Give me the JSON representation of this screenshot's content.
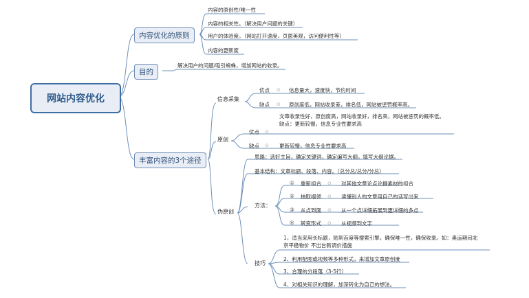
{
  "root": "网站内容优化",
  "branches": {
    "b1": {
      "label": "内容优化的原则",
      "items": [
        "内容的原创性/唯一性",
        "内容的相关性。（解决用户问题的关键）",
        "用户的体验度。（网站打开速度，页面美观，访问便利性等）",
        "内容的更新度"
      ]
    },
    "b2": {
      "label": "目的",
      "text": "解决用户的问题/吸引蜘蛛，增加网站的收录。"
    },
    "b3": {
      "label": "丰富内容的3个途径",
      "collect": {
        "label": "信息采集",
        "pro_label": "优点",
        "pro_text": "信息量大，速度快，节约时间",
        "con_label": "缺点",
        "con_text": "原创度低，网站收录差，排名低，网站被惩罚概率高。"
      },
      "original": {
        "label": "原创",
        "note_line1": "文章收录性好，原创度高，网站收录好，排名高，网站被惩罚的概率低。",
        "note_line2": "缺点：更新较慢，信息专业性要求高",
        "pro_label": "优点",
        "con_label": "缺点",
        "con_text": "更新较慢，信息专业性要求高"
      },
      "pseudo": {
        "label": "伪原创",
        "idea": "思路：选好主旨，确定关键词，确定编写大纲，填写大纲论据。",
        "structure": "基本结构：文章标题、段落、内容。（总分总/总分/分总）",
        "method": {
          "label": "方法：",
          "items": [
            {
              "num": "①",
              "name": "重新组合",
              "desc": "对其他文章论点论据素材的组合"
            },
            {
              "num": "②",
              "name": "抽取纲领",
              "desc": "读懂别人的文章用自己的话写出来"
            },
            {
              "num": "③",
              "name": "从点到面",
              "desc": "从一个点详细拓展到更详细的多点"
            },
            {
              "num": "④",
              "name": "转变形式",
              "desc": "从视频到文字"
            }
          ]
        },
        "tips": {
          "label": "技巧",
          "items": [
            "1，适当采用长标题，贴到百度等搜索引擎，确保唯一性，确保收录。如：奥运期间北",
            "京平稳物价 不出台新调价措施",
            "2、利用配图或视频等多种形式，来增加文章原创度",
            "3、合理的分段落（3-5行）",
            "4、对相关知识的理解，加深转化为自己的想法。"
          ]
        }
      }
    }
  },
  "colors": {
    "line": "#6e8fb8",
    "root_border": "#3f6ea3",
    "node_fill": "#e9eef6",
    "node_text": "#2f4f78"
  }
}
